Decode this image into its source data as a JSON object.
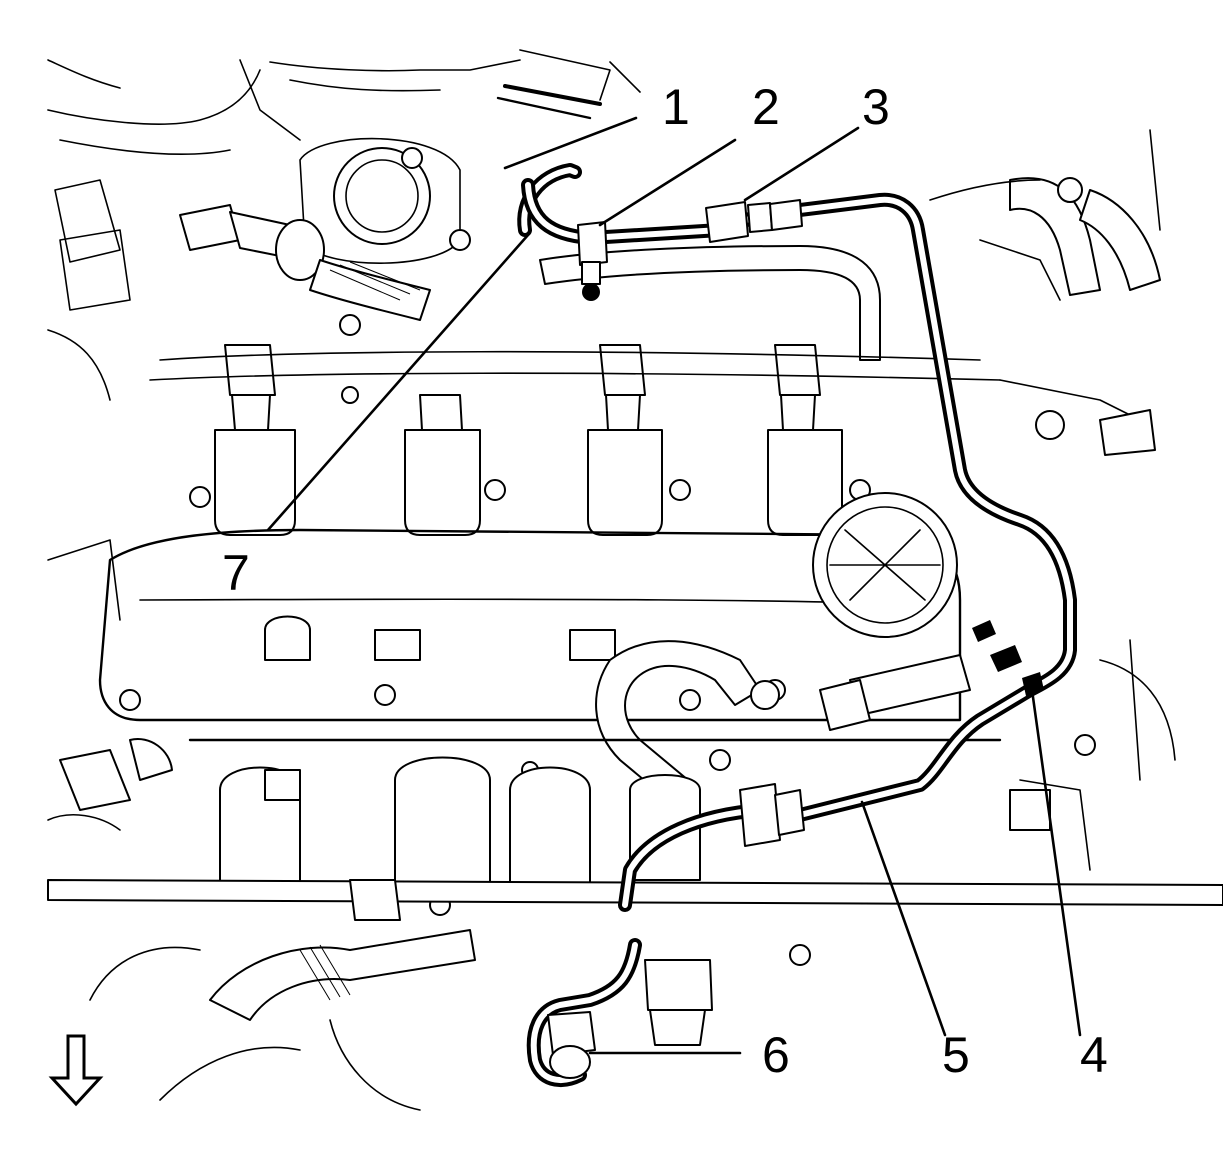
{
  "diagram": {
    "callouts": [
      {
        "id": "1",
        "label": "1"
      },
      {
        "id": "2",
        "label": "2"
      },
      {
        "id": "3",
        "label": "3"
      },
      {
        "id": "4",
        "label": "4"
      },
      {
        "id": "5",
        "label": "5"
      },
      {
        "id": "6",
        "label": "6"
      },
      {
        "id": "7",
        "label": "7"
      }
    ],
    "direction_arrow": {
      "icon": "arrow-down-outline-icon"
    }
  },
  "colors": {
    "ink": "#000000",
    "paper": "#ffffff"
  }
}
